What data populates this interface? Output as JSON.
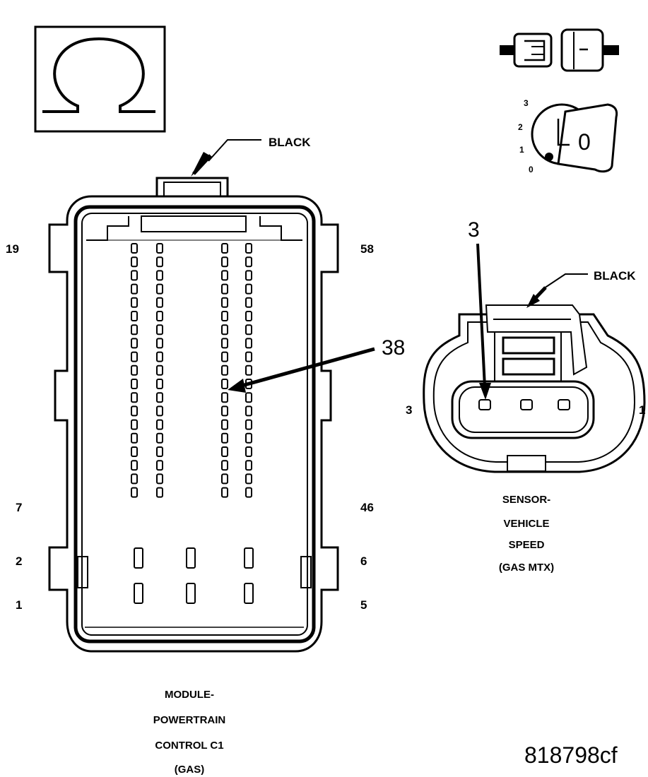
{
  "ohm_symbol": {
    "icon": "ohm-icon",
    "glyph": "Ω"
  },
  "ignition": {
    "icon": "ignition-key-icon",
    "positions": [
      "3",
      "2",
      "1",
      "0"
    ],
    "key_label": "0"
  },
  "pcm_connector": {
    "color_label": "BLACK",
    "pin_labels": {
      "top_left": "19",
      "top_right": "58",
      "mid_left": "7",
      "mid_right": "46",
      "lower_left_a": "2",
      "lower_right_a": "6",
      "lower_left_b": "1",
      "lower_right_b": "5"
    },
    "callout_pin": "38",
    "caption": [
      "MODULE-",
      "POWERTRAIN",
      "CONTROL C1",
      "(GAS)"
    ]
  },
  "vss_connector": {
    "color_label": "BLACK",
    "callout_pin": "3",
    "left_pin": "3",
    "right_pin": "1",
    "caption": [
      "SENSOR-",
      "VEHICLE",
      "SPEED",
      "(GAS MTX)"
    ]
  },
  "figure_id": "818798cf"
}
